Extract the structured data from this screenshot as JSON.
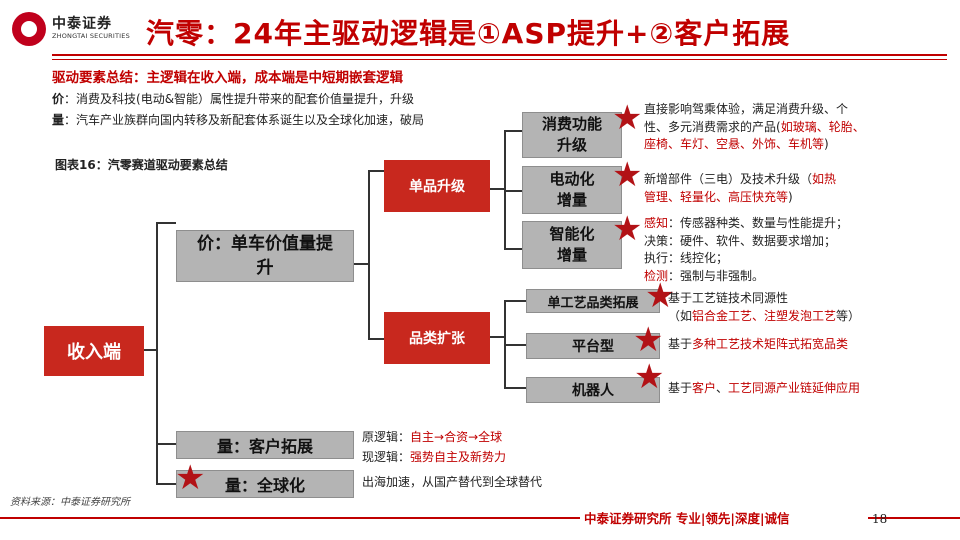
{
  "header": {
    "logo_cn": "中泰证券",
    "logo_en": "ZHONGTAI SECURITIES",
    "title": "汽零：24年主驱动逻辑是①ASP提升+②客户拓展"
  },
  "summary": {
    "heading": "驱动要素总结：主逻辑在收入端，成本端是中短期嵌套逻辑",
    "price_label": "价",
    "price_text": "：消费及科技(电动&智能）属性提升带来的配套价值量提升，升级",
    "volume_label": "量",
    "volume_text": "：汽车产业族群向国内转移及新配套体系诞生以及全球化加速，破局"
  },
  "figure_title": "图表16：汽零赛道驱动要素总结",
  "diagram": {
    "root": "收入端",
    "price_node": "价：单车价值量提升",
    "volume_customer": "量：客户拓展",
    "volume_global": "量：全球化",
    "single_upgrade": "单品升级",
    "category_expand": "品类扩张",
    "consumer_upgrade": "消费功能升级",
    "electric": "电动化增量",
    "smart": "智能化增量",
    "single_craft": "单工艺品类拓展",
    "platform": "平台型",
    "robot": "机器人"
  },
  "descriptions": {
    "consumer": {
      "line1": "直接影响驾乘体验，满足消费升级、个",
      "line2a": "性、多元消费需求的产品(",
      "line2b": "如玻璃、轮胎、",
      "line3a": "座椅、车灯、空悬、外饰、车机等",
      "line3b": ")"
    },
    "electric": {
      "line1a": "新增部件（三电）及技术升级（",
      "line1b": "如热",
      "line2a": "管理、轻量化、高压快充等",
      "line2b": ")"
    },
    "smart": {
      "l1a": "感知",
      "l1b": "：传感器种类、数量与性能提升；",
      "l2": "决策：硬件、软件、数据要求增加；",
      "l3": "执行：线控化；",
      "l4a": "检测",
      "l4b": "：强制与非强制。"
    },
    "single_craft": {
      "line1": "基于工艺链技术同源性",
      "line2a": "（如",
      "line2b": "铝合金工艺、注塑发泡工艺",
      "line2c": "等）"
    },
    "platform": {
      "a": "基于",
      "b": "多种工艺技术矩阵式拓宽品类"
    },
    "robot": {
      "a": "基于",
      "b": "客户",
      "c": "、",
      "d": "工艺同源产业链延伸应用"
    },
    "customer_logic": {
      "orig_label": "原逻辑：",
      "orig_value": "自主→合资→全球",
      "now_label": "现逻辑：",
      "now_value": "强势自主及新势力"
    },
    "global": "出海加速，从国产替代到全球替代"
  },
  "source": "资料来源：中泰证券研究所",
  "footer": {
    "text": "中泰证券研究所  专业|领先|深度|诚信",
    "page": "18"
  },
  "colors": {
    "accent": "#c00000",
    "box_red": "#c8281e",
    "box_grey": "#b4b4b4",
    "star": "#b21216"
  }
}
